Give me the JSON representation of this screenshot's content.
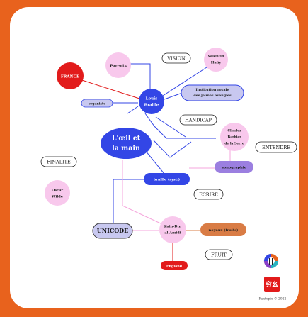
{
  "nodes": {
    "parents": "Parents",
    "vision": "VISION",
    "valentin_1": "Valentin",
    "valentin_2": "Haüy",
    "france": "FRANCE",
    "institution_1": "Institution royale",
    "institution_2": "des jeunes aveugles",
    "organiste": "organiste",
    "louis_1": "Louis",
    "louis_2": "Braille",
    "handicap": "HANDICAP",
    "charles_1": "Charles",
    "charles_2": "Barbier",
    "charles_3": "de la Serre",
    "entendre": "ENTENDRE",
    "oeil_1": "L'œil et",
    "oeil_2": "la main",
    "finalite": "FINALITE",
    "sonographie": "sonographie",
    "braille_syst": "braille (syst.)",
    "oscar_1": "Oscar",
    "oscar_2": "Wilde",
    "ecrire": "ECRIRE",
    "unicode": "UNICODE",
    "zain_1": "Zain-Din",
    "zain_2": "al Amidi",
    "noyaux": "noyaux (fruits)",
    "fruit": "FRUIT",
    "england": "England"
  },
  "footer": {
    "credit": "Pantopie © 2022",
    "logo_glyph": "穷幺"
  },
  "colors": {
    "frame": "#e8621d",
    "blue_node": "#3346e6",
    "pink_node": "#f8c8ec",
    "red_node": "#e21b1b",
    "purple_pill": "#9b7fe0",
    "orange_pill": "#d97c45",
    "lavender_box": "#c8c8f0"
  }
}
